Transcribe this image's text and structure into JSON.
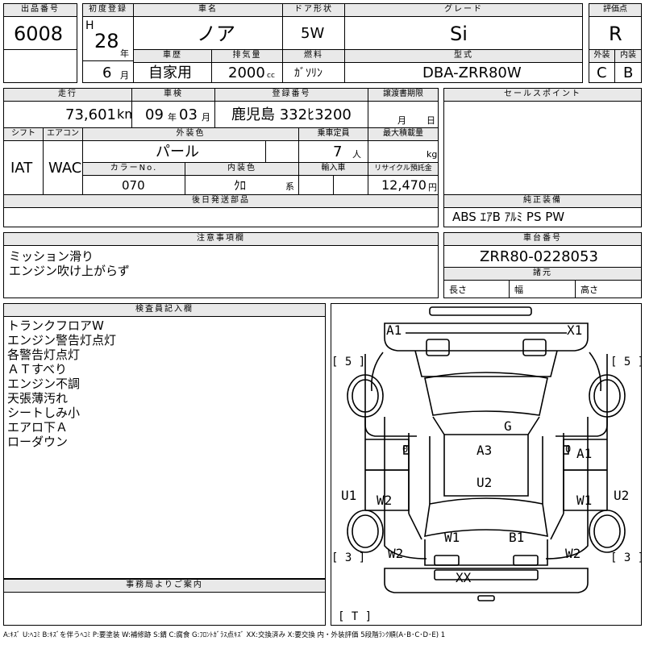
{
  "header": {
    "lot_label": "出品番号",
    "lot_value": "6008",
    "first_reg_label": "初度登録",
    "era": "H",
    "year": "28",
    "year_unit": "年",
    "month": "6",
    "month_unit": "月",
    "name_label": "車名",
    "name_value": "ノア",
    "door_label": "ドア形状",
    "door_value": "5W",
    "grade_label": "グレード",
    "grade_value": "Si",
    "score_label": "評価点",
    "score_value": "R",
    "history_label": "車歴",
    "history_value": "自家用",
    "disp_label": "排気量",
    "disp_value": "2000",
    "disp_unit": "cc",
    "fuel_label": "燃料",
    "fuel_value": "ｶﾞｿﾘﾝ",
    "model_label": "型式",
    "model_value": "DBA-ZRR80W",
    "ext_label": "外装",
    "ext_value": "C",
    "int_label": "内装",
    "int_value": "B"
  },
  "row2": {
    "mileage_label": "走行",
    "mileage_value": "73,601",
    "mileage_unit": "km",
    "inspection_label": "車検",
    "insp_year": "09",
    "insp_year_unit": "年",
    "insp_month": "03",
    "insp_month_unit": "月",
    "plate_label": "登録番号",
    "plate_value": "鹿児島 332ﾋ3200",
    "transfer_label": "譲渡書期限",
    "transfer_month_unit": "月",
    "transfer_day_unit": "日",
    "sales_label": "セールスポイント"
  },
  "row3": {
    "shift_label": "シフト",
    "shift_value": "IAT",
    "ac_label": "エアコン",
    "ac_value": "WAC",
    "color_label": "外装色",
    "color_value": "パール",
    "seats_label": "乗車定員",
    "seats_value": "7",
    "seats_unit": "人",
    "load_label": "最大積載量",
    "load_unit": "kg",
    "color_no_label": "カラーNo.",
    "color_no_value": "070",
    "int_color_label": "内装色",
    "int_color_value": "ｸﾛ",
    "int_color_unit": "系",
    "import_label": "輸入車",
    "recycle_label": "リサイクル預託金",
    "recycle_value": "12,470",
    "recycle_unit": "円"
  },
  "parts": {
    "later_label": "後日発送部品",
    "equip_label": "純正装備",
    "equip_value": "ABS ｴｱB ｱﾙﾐ PS PW"
  },
  "caution": {
    "label": "注意事項欄",
    "lines": [
      "ミッション滑り",
      "エンジン吹け上がらず"
    ]
  },
  "chassis": {
    "label": "車台番号",
    "value": "ZRR80-0228053",
    "spec_label": "諸元",
    "len_label": "長さ",
    "width_label": "幅",
    "height_label": "高さ"
  },
  "inspector": {
    "label": "検査員記入欄",
    "lines": [
      "トランクフロアW",
      "エンジン警告灯点灯",
      "各警告灯点灯",
      "ＡＴすべり",
      "エンジン不調",
      "天張薄汚れ",
      "シートしみ小",
      "エアロ下Ａ",
      "ローダウン"
    ]
  },
  "office": {
    "label": "事務局よりご案内"
  },
  "diagram": {
    "marks": {
      "front_left": "A1",
      "front_right": "X1",
      "bracket_ul": "[ 5 ]",
      "bracket_ur": "[ 5 ]",
      "glass": "G",
      "right_fender": "A1",
      "roof": "A3",
      "roof2": "U2",
      "left_door_outer": "U1",
      "left_door": "W2",
      "right_door_outer": "U2",
      "right_door": "W1",
      "left_rear": "W1",
      "right_rear": "B1",
      "left_quarter": "W2",
      "right_quarter": "W2",
      "bracket_ll": "[ 3 ]",
      "bracket_lr": "[ 3 ]",
      "rear": "XX",
      "bracket_t": "[ T ]",
      "zero_left": "0",
      "zero_right": "0"
    }
  },
  "legend": "A:ｷｽﾞ U:ﾍｺﾐ B:ｷｽﾞを伴うﾍｺﾐ P:要塗装 W:補修跡 S:錆 C:腐食 G:ﾌﾛﾝﾄｶﾞﾗｽ点ｷｽﾞ XX:交換済み X:要交換 内・外装評価 5段階ﾗﾝｸ順(A･B･C･D･E) 1"
}
